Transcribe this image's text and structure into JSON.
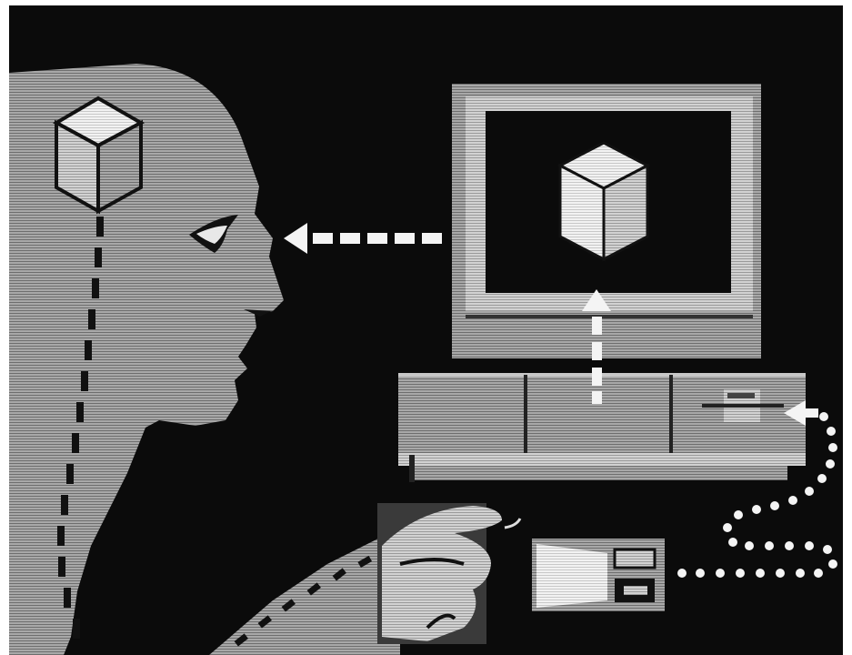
{
  "illustration": {
    "subject": "person-viewing-computer-illustration",
    "palette": {
      "background": "#0b0b0b",
      "silhouette": "#9d9d9d",
      "light_gray": "#c9c9c9",
      "white": "#f4f4f4",
      "dark": "#111111",
      "frame_border": "#ffffff"
    },
    "icons": [
      "head-silhouette",
      "thought-cube-icon",
      "eye-icon",
      "monitor",
      "screen-cube-icon",
      "computer-base",
      "floppy-drive-slot",
      "hand",
      "mouse-device",
      "dashed-arrow-left",
      "dashed-arrow-up",
      "dashed-arrow-right",
      "dotted-cable"
    ]
  }
}
